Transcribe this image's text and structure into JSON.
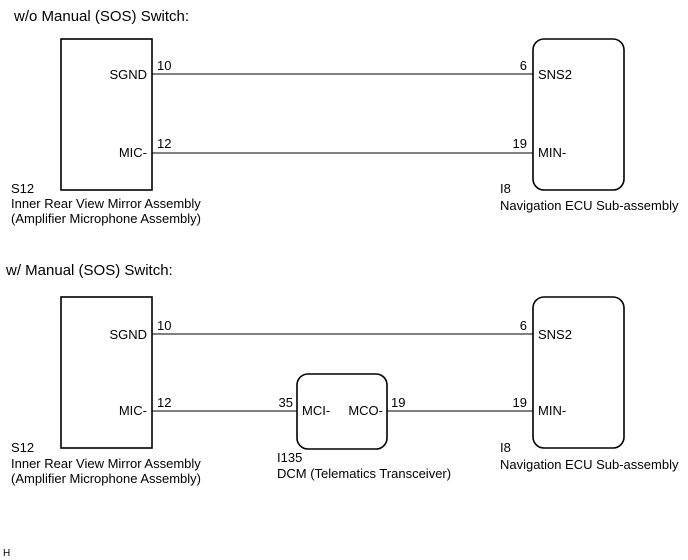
{
  "diagram_a": {
    "heading": "w/o Manual (SOS) Switch:",
    "mirror": {
      "code": "S12",
      "name_line1": "Inner Rear View Mirror Assembly",
      "name_line2": "(Amplifier Microphone Assembly)",
      "terminals": [
        "SGND",
        "MIC-"
      ]
    },
    "ecu": {
      "code": "I8",
      "name": "Navigation ECU Sub-assembly",
      "terminals": [
        "SNS2",
        "MIN-"
      ]
    },
    "wires": [
      {
        "from_pin": "10",
        "to_pin": "6"
      },
      {
        "from_pin": "12",
        "to_pin": "19"
      }
    ]
  },
  "diagram_b": {
    "heading": "w/ Manual (SOS) Switch:",
    "mirror": {
      "code": "S12",
      "name_line1": "Inner Rear View Mirror Assembly",
      "name_line2": "(Amplifier Microphone Assembly)",
      "terminals": [
        "SGND",
        "MIC-"
      ]
    },
    "dcm": {
      "code": "I135",
      "name": "DCM (Telematics Transceiver)",
      "terminals": [
        "MCI-",
        "MCO-"
      ],
      "pins": [
        "35",
        "19"
      ]
    },
    "ecu": {
      "code": "I8",
      "name": "Navigation ECU Sub-assembly",
      "terminals": [
        "SNS2",
        "MIN-"
      ]
    },
    "wires": [
      {
        "from_pin": "10",
        "to_pin": "6"
      },
      {
        "from_pin": "12"
      },
      {
        "to_pin": "19"
      }
    ]
  },
  "footer_mark": "H"
}
